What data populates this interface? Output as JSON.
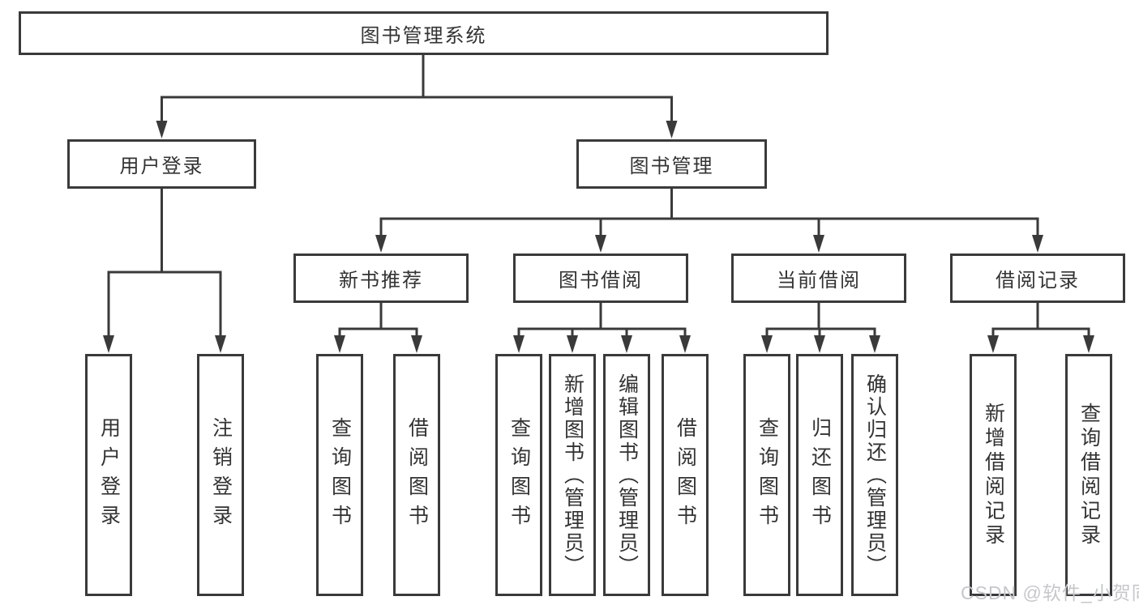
{
  "diagram": {
    "root_label": "图书管理系统",
    "l2": [
      "用户登录",
      "图书管理"
    ],
    "l3": [
      "新书推荐",
      "图书借阅",
      "当前借阅",
      "借阅记录"
    ],
    "leaves": {
      "login": [
        "用户登录",
        "注销登录"
      ],
      "recommend": [
        "查询图书",
        "借阅图书"
      ],
      "borrow": [
        "查询图书",
        "新增图书（管理员）",
        "编辑图书（管理员）",
        "借阅图书"
      ],
      "current": [
        "查询图书",
        "归还图书",
        "确认归还（管理员）"
      ],
      "records": [
        "新增借阅记录",
        "查询借阅记录"
      ]
    },
    "colors": {
      "line": "#3a3a3a",
      "text": "#333333",
      "background": "#ffffff",
      "watermark": "#c5c7ca"
    }
  },
  "watermark": "CSDN @软件_小贺同学"
}
